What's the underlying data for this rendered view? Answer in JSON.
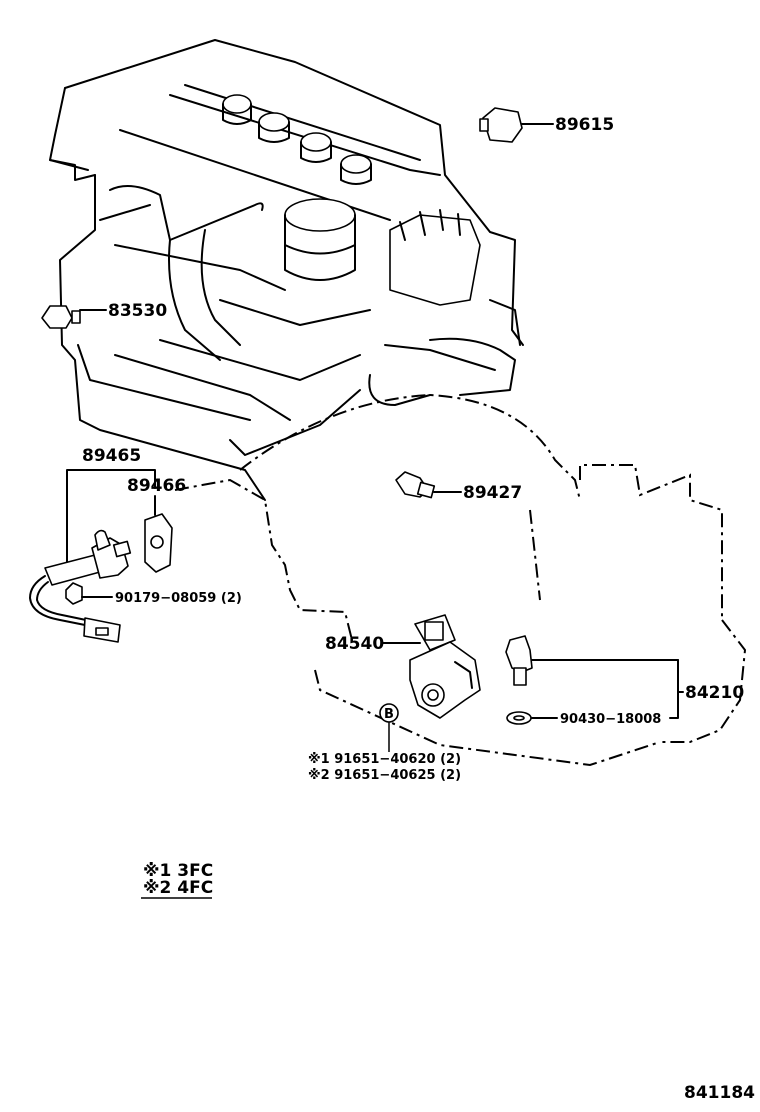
{
  "labels": {
    "p89615": "89615",
    "p83530": "83530",
    "p89465": "89465",
    "p89466": "89466",
    "p89427": "89427",
    "p90179": "90179−08059 (2)",
    "p84540": "84540",
    "p84210": "84210",
    "p90430": "90430−18008",
    "note1": "※1 91651−40620 (2)",
    "note2": "※2 91651−40625 (2)",
    "marker_b": "B"
  },
  "legend": {
    "line1": "※1 3FC",
    "line2": "※2 4FC"
  },
  "figure_code": "841184"
}
